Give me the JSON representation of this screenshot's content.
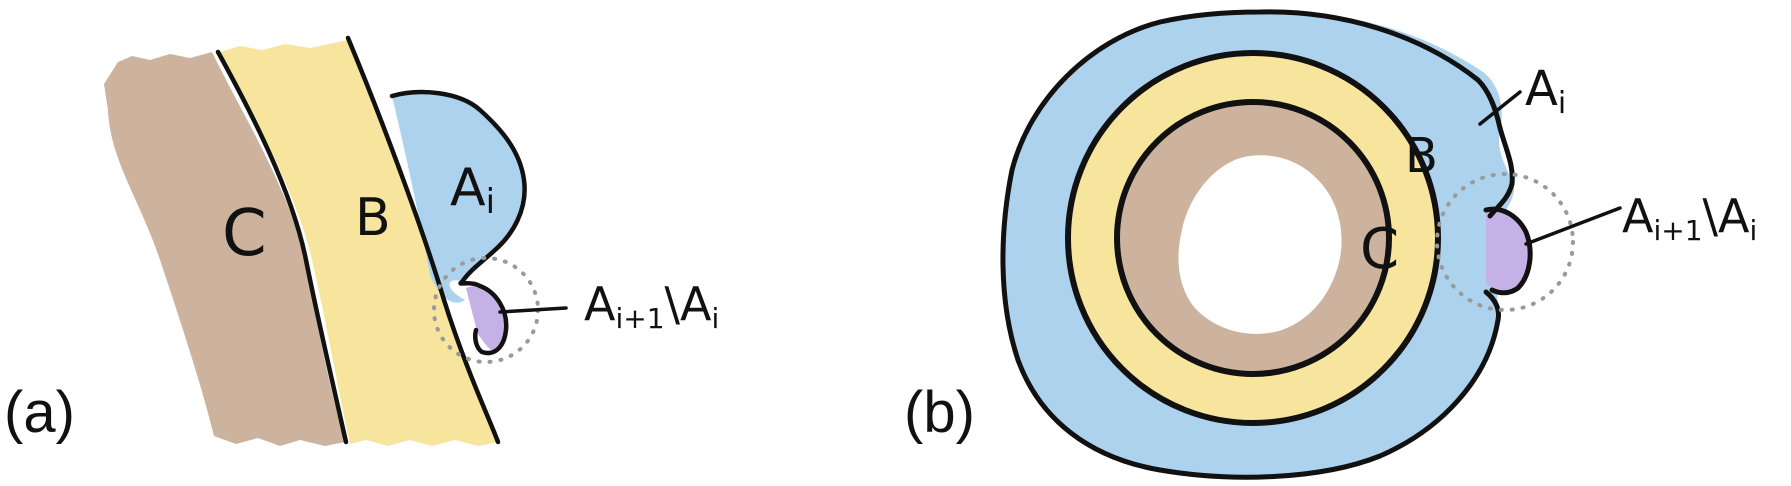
{
  "figure": {
    "panels": [
      {
        "label": "(a)",
        "regions": {
          "c": "C",
          "b": "B",
          "a": "A",
          "a_sub": "i"
        },
        "callout": {
          "a": "A",
          "a_sub": "i+1",
          "sep": "\\",
          "b": "A",
          "b_sub": "i"
        }
      },
      {
        "label": "(b)",
        "regions": {
          "c": "C",
          "b": "B",
          "a": "A",
          "a_sub": "i"
        },
        "callout": {
          "a": "A",
          "a_sub": "i+1",
          "sep": "\\",
          "b": "A",
          "b_sub": "i"
        }
      }
    ]
  },
  "colors": {
    "tan": "#cdb39d",
    "yellow": "#f7e59e",
    "blue": "#acd2ee",
    "purple": "#c6b1e6",
    "stroke": "#111111",
    "dots": "#9a9a9a",
    "background": "#ffffff"
  }
}
